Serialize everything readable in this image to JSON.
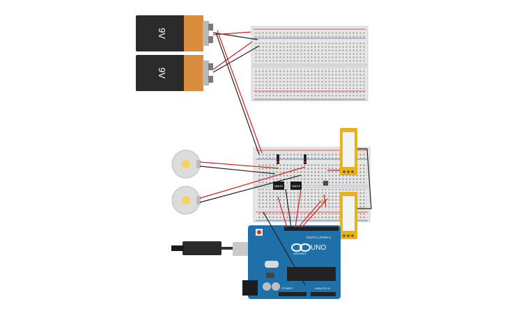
{
  "circuit": {
    "batteries": [
      {
        "id": "battery-1",
        "label": "9V"
      },
      {
        "id": "battery-2",
        "label": "9V"
      }
    ],
    "chips": [
      {
        "id": "mosfet-1",
        "label": "NMOS"
      },
      {
        "id": "mosfet-2",
        "label": "NMOS"
      }
    ],
    "arduino": {
      "model_label": "UNO",
      "brand_label": "ARDUINO",
      "digital_header_label": "DIGITAL (PWM~)",
      "power_header_label": "POWER",
      "analog_header_label": "ANALOG IN"
    },
    "colors": {
      "wire_red": "#d2201f",
      "wire_black": "#222222",
      "arduino_blue": "#1f6fa8",
      "breadboard": "#e6e6e6",
      "battery_body": "#2b2b2b",
      "battery_top": "#d98e3f",
      "sensor_yellow": "#e8b21c",
      "motor_gray": "#dcdcdc"
    }
  }
}
